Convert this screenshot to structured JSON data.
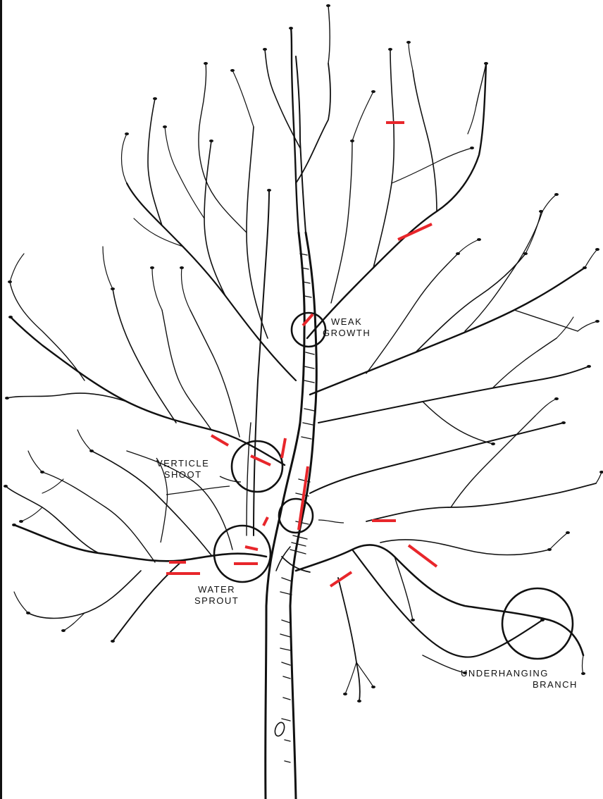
{
  "annotations": {
    "weak_growth": {
      "line1": "WEAK",
      "line2": "GROWTH"
    },
    "verticle_shoot": {
      "line1": "VERTICLE",
      "line2": "SHOOT"
    },
    "water_sprout": {
      "line1": "WATER",
      "line2": "SPROUT"
    },
    "underhanging_branch": {
      "line1": "UNDERHANGING",
      "line2": "BRANCH"
    }
  },
  "colors": {
    "ink": "#111111",
    "cut_mark": "#e8262b",
    "background": "#ffffff"
  }
}
